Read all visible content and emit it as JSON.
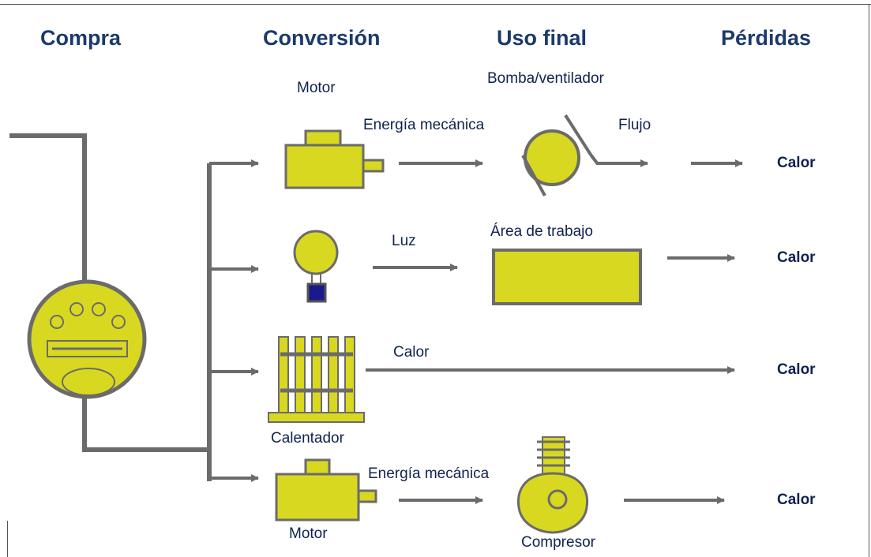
{
  "headers": {
    "compra": "Compra",
    "conversion": "Conversión",
    "uso_final": "Uso final",
    "perdidas": "Pérdidas"
  },
  "labels": {
    "motor_top": "Motor",
    "bomba": "Bomba/ventilador",
    "energia_mec_1": "Energía mecánica",
    "flujo": "Flujo",
    "luz": "Luz",
    "area_trabajo": "Área de trabajo",
    "calor_mid": "Calor",
    "calentador": "Calentador",
    "energia_mec_2": "Energía mecánica",
    "motor_bottom": "Motor",
    "compresor": "Compresor"
  },
  "losses": [
    "Calor",
    "Calor",
    "Calor",
    "Calor"
  ],
  "colors": {
    "fill": "#d8d820",
    "stroke": "#6b6b6b",
    "lamp_base": "#1a1a8c",
    "text": "#0f2250",
    "header": "#1b3a6b"
  },
  "icons": [
    "electric-meter-icon",
    "motor-icon",
    "pump-fan-icon",
    "lamp-icon",
    "work-area-icon",
    "heater-icon",
    "compressor-icon"
  ]
}
